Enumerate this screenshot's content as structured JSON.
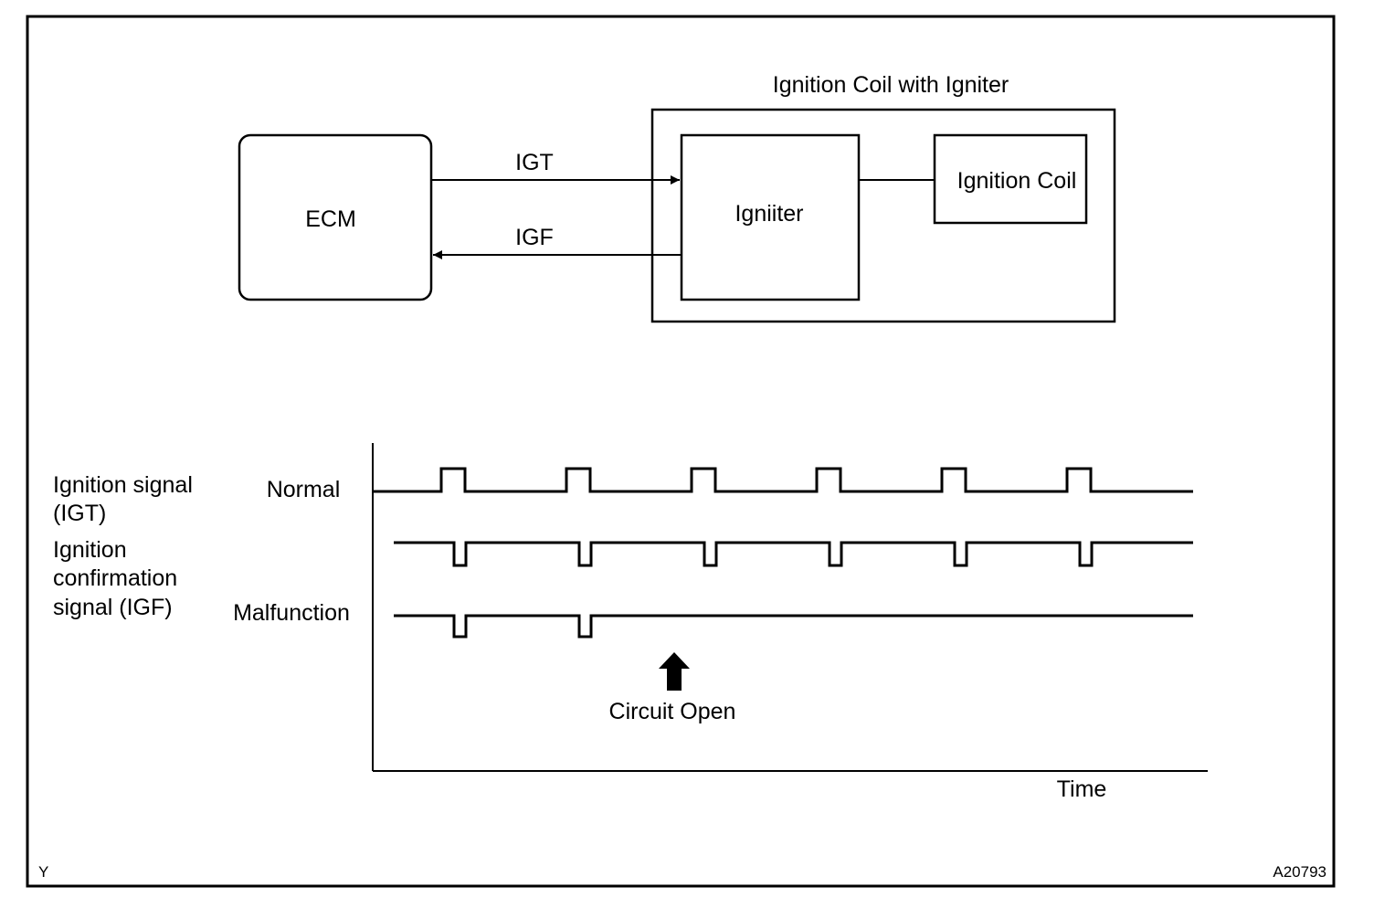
{
  "block_diagram": {
    "ecm_label": "ECM",
    "module_title": "Ignition Coil with Igniter",
    "igniter_label": "Igniiter",
    "coil_label": "Ignition Coil",
    "igt_label": "IGT",
    "igf_label": "IGF"
  },
  "timing_chart": {
    "left_labels": {
      "igt_line1": "Ignition signal",
      "igt_line2": "(IGT)",
      "igf_line1": "Ignition",
      "igf_line2": "confirmation",
      "igf_line3": "signal (IGF)"
    },
    "normal_label": "Normal",
    "malfunction_label": "Malfunction",
    "circuit_open_label": "Circuit Open",
    "x_axis_label": "Time",
    "signals": {
      "igt_pulse_count": 6,
      "igf_normal_pulse_count": 6,
      "igf_malfunction_pulse_count": 2
    }
  },
  "footer": {
    "left_code": "Y",
    "figure_id": "A20793"
  }
}
